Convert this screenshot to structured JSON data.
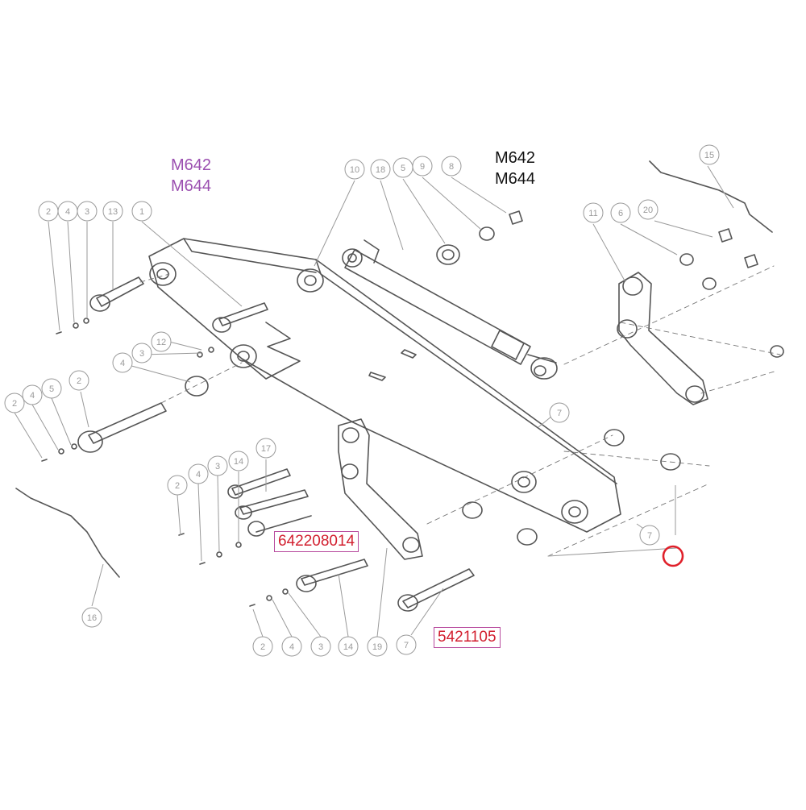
{
  "models_purple": [
    "M642",
    "M644"
  ],
  "models_black": [
    "M642",
    "M644"
  ],
  "part_numbers": [
    {
      "id": "pn1",
      "text": "642208014"
    },
    {
      "id": "pn2",
      "text": "5421105"
    }
  ],
  "callouts": [
    {
      "num": "2"
    },
    {
      "num": "4"
    },
    {
      "num": "3"
    },
    {
      "num": "13"
    },
    {
      "num": "1"
    },
    {
      "num": "10"
    },
    {
      "num": "18"
    },
    {
      "num": "5"
    },
    {
      "num": "9"
    },
    {
      "num": "8"
    },
    {
      "num": "11"
    },
    {
      "num": "6"
    },
    {
      "num": "20"
    },
    {
      "num": "15"
    },
    {
      "num": "2"
    },
    {
      "num": "4"
    },
    {
      "num": "5"
    },
    {
      "num": "2"
    },
    {
      "num": "4"
    },
    {
      "num": "3"
    },
    {
      "num": "12"
    },
    {
      "num": "2"
    },
    {
      "num": "4"
    },
    {
      "num": "3"
    },
    {
      "num": "14"
    },
    {
      "num": "17"
    },
    {
      "num": "7"
    },
    {
      "num": "7"
    },
    {
      "num": "16"
    },
    {
      "num": "2"
    },
    {
      "num": "4"
    },
    {
      "num": "3"
    },
    {
      "num": "14"
    },
    {
      "num": "19"
    },
    {
      "num": "7"
    }
  ],
  "colors": {
    "outline": "#555555",
    "callout": "#9a9a9a",
    "purple_text": "#9b4fb0",
    "part_number_text": "#d21f2f",
    "part_number_border": "#b74a9e",
    "highlight_circle": "#e0202a"
  },
  "icons": [
    "highlight-circle-icon"
  ]
}
